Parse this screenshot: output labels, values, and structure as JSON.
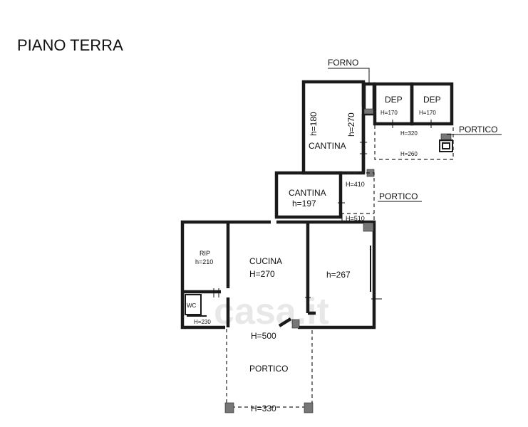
{
  "title": "PIANO TERRA",
  "watermark": "casa.it",
  "labels": {
    "forno": "FORNO",
    "dep1": "DEP",
    "dep1_h": "H=170",
    "dep2": "DEP",
    "dep2_h": "H=170",
    "h320": "H=320",
    "portico_top": "PORTICO",
    "h260": "H=260",
    "cantina_upper_h180": "h=180",
    "cantina_upper_h270": "h=270",
    "cantina_upper": "CANTINA",
    "h410": "H=410",
    "portico_mid": "PORTICO",
    "cantina_lower": "CANTINA",
    "cantina_lower_h": "h=197",
    "h510": "H=510",
    "rip": "RIP",
    "rip_h": "h=210",
    "wc": "WC",
    "wc_h": "H=230",
    "cucina": "CUCINA",
    "cucina_h": "H=270",
    "room_h267": "h=267",
    "h500": "H=500",
    "portico_bottom": "PORTICO",
    "h330": "H=330"
  }
}
